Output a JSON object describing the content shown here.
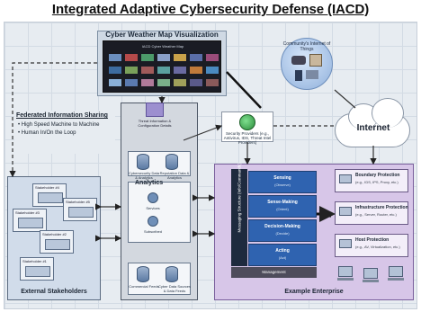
{
  "title": "Integrated Adaptive Cybersecurity Defense (IACD)",
  "cyber_weather": {
    "title": "Cyber Weather Map Visualization",
    "screen_caption": "IACD Cyber Weather Map"
  },
  "community": {
    "label": "Community's Internet of Things"
  },
  "internet": {
    "label": "Internet"
  },
  "federated": {
    "title": "Federated Information Sharing",
    "bullets": [
      "High Speed Machine to Machine",
      "Human In/On the Loop"
    ]
  },
  "external_stakeholders": {
    "label": "External Stakeholders",
    "cards": [
      "Stakeholder #4",
      "Stakeholder #5",
      "Stakeholder #3",
      "Stakeholder #2",
      "Stakeholder #1"
    ]
  },
  "shared_services": {
    "orchestration": "Threat Information & Configuration Details",
    "storage_a": "Cybersecurity Data & Analytics",
    "storage_b": "Reputation Data & Analytics",
    "analytics": "Analytics",
    "analytics_a": "Services",
    "analytics_b": "Subscribed",
    "feeds_a": "Commercial Feeds",
    "feeds_b": "Cyber Data Sources & Data Feeds"
  },
  "security_providers": {
    "label": "Security Providers (e.g., Antivirus, IDS, Threat Intel Providers)"
  },
  "enterprise": {
    "label": "Example Enterprise",
    "messaging": "Messaging Structure (Info/Commands)",
    "steps": [
      {
        "name": "Sensing",
        "sub": "(Observe)"
      },
      {
        "name": "Sense-Making",
        "sub": "(Orient)"
      },
      {
        "name": "Decision-Making",
        "sub": "(Decide)"
      },
      {
        "name": "Acting",
        "sub": "(Act)"
      }
    ],
    "management": "Management",
    "protections": [
      {
        "name": "Boundary Protection",
        "sub": "(e.g., IDS, IPS, Proxy, etc.)"
      },
      {
        "name": "Infrastructure Protection",
        "sub": "(e.g., Server, Router, etc.)"
      },
      {
        "name": "Host Protection",
        "sub": "(e.g., AV, Virtualization, etc.)"
      }
    ]
  },
  "colors": {
    "enterprise_bg": "#d7c6e8",
    "step_blue": "#2f63b0",
    "stakeholder_bg": "#d1dcea",
    "messaging_dark": "#1e2a3e"
  }
}
